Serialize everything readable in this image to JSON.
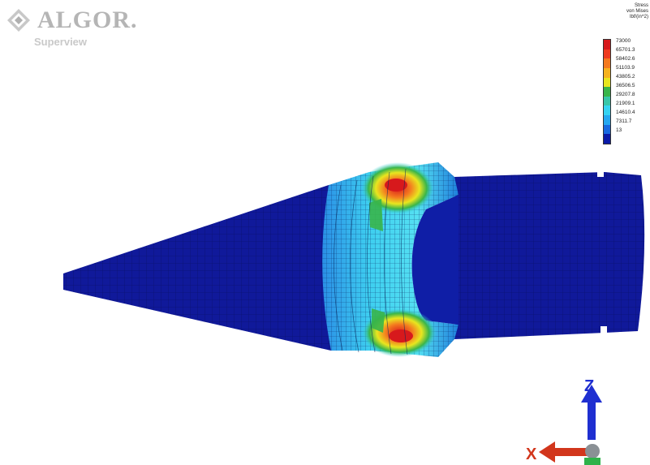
{
  "logo": {
    "brand": "ALGOR.",
    "product": "Superview",
    "mark_icon": "algor-diamond-icon"
  },
  "legend": {
    "title_lines": [
      "Stress",
      "von Mises",
      "lbf/(in^2)"
    ],
    "values": [
      "73000",
      "65701.3",
      "58402.6",
      "51103.9",
      "43805.2",
      "36506.5",
      "29207.8",
      "21909.1",
      "14610.4",
      "7311.7",
      "13"
    ],
    "colors": [
      "#d7191c",
      "#ef3b20",
      "#f4791f",
      "#f6b21e",
      "#e8e61f",
      "#39b54a",
      "#38c6a8",
      "#35d3f1",
      "#25a8f0",
      "#1869e0",
      "#0a1aa8"
    ]
  },
  "model": {
    "base_color": "#10199a",
    "mesh_color": "#0a0f5a",
    "hotspot_color": "#e4271c"
  },
  "triad": {
    "z_label": "Z",
    "x_label": "X",
    "z_color": "#1f2fd1",
    "x_color": "#d2361c",
    "y_color": "#2fb24a"
  }
}
